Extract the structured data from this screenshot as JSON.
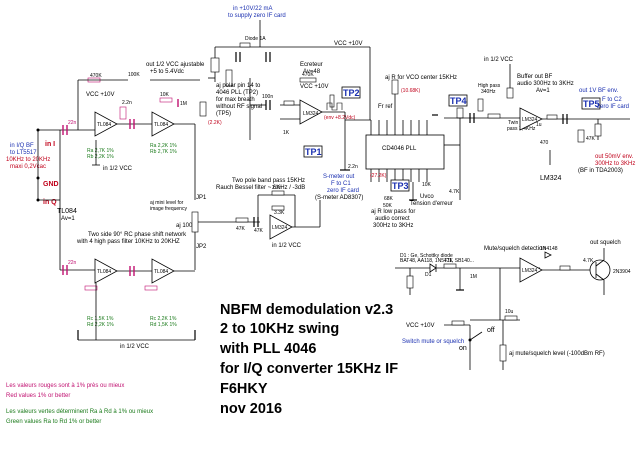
{
  "supply_note": [
    "in +10V/22 mA",
    "to supply zero IF card"
  ],
  "vcc_top": "VCC +10V",
  "vcc_left": "VCC +10V",
  "vcc_mid": "VCC +10V",
  "vcc_switch": "VCC +10V",
  "half_vcc_lower": "in 1/2 VCC",
  "half_vcc_mid": "in 1/2 VCC",
  "half_vcc_upper": "in 1/2 VCC",
  "half_vcc_right": "in 1/2 VCC",
  "half_vcc_adj": [
    "out 1/2 VCC ajustable",
    "+5 to 5.4Vdc"
  ],
  "pll_note": [
    "aj polar pin 14 to",
    "4046 PLL (TP2)",
    "for max breath",
    "without RF signal",
    "(TP5)"
  ],
  "ecreteur": [
    "Ecreteur",
    "Av=48"
  ],
  "vco_note": "aj R for VCO center 15KHz",
  "fr_ref": "Fr ref",
  "pll_chip": "CD4046 PLL",
  "input_note": [
    "in I/Q BF",
    "to LT5517",
    "10KHz to 20KHz",
    "maxi 0,2Vcac"
  ],
  "in_i": "in I",
  "gnd": "GND",
  "in_q": "in Q",
  "tl084": [
    "TL084",
    "Av=1"
  ],
  "jp1": "JP1",
  "jp2": "JP2",
  "aj_image": [
    "aj mini level for",
    "image frequency"
  ],
  "phase_note": [
    "Two side 90° RC phase shift network",
    "with 4 high pass filter 10KHz to 20KHZ"
  ],
  "bessel_note": [
    "Two pole band pass 15KHz",
    "Rauch Bessel filter ~ 6KHz / -3dB"
  ],
  "smeter_note": [
    "S-meter out",
    "F to C1",
    "zero IF card",
    "(S-meter AD8307)"
  ],
  "lowpass_note": [
    "aj R low pass for",
    "audio correct",
    "300Hz to 3KHz"
  ],
  "uvco": [
    "Uvco",
    "Tension d'erreur"
  ],
  "highpass": [
    "High pass",
    "340Hz"
  ],
  "twin_tee": [
    "Twin tee",
    "pass 3,4KHz"
  ],
  "buffer_note": [
    "Buffer out  BF",
    "audio 300Hz to 3KHz",
    "Av=1"
  ],
  "out_bf": [
    "out 1V BF env.",
    "F to C2",
    "zero IF card"
  ],
  "out_50mv": [
    "out 50mV env.",
    "300Hz to 3KHz",
    "(BF in TDA2003)"
  ],
  "lm324": "LM324",
  "mute_note": "Mute/squelch detection",
  "out_squelch": "out squelch",
  "switch_note": "Switch mute or squelch",
  "off": "off",
  "on": "on",
  "aj_mute": "aj mute/squelch level (-100dBm RF)",
  "schottky": [
    "D1 : Ge, Schottky diode",
    "BAT48, AA118, 1N5711, SB140..."
  ],
  "tp": {
    "tp1": "TP1",
    "tp2": "TP2",
    "tp3": "TP3",
    "tp4": "TP4",
    "tp5": "TP5"
  },
  "title_lines": [
    "NBFM demodulation v2.3",
    "2 to 10KHz swing",
    "with PLL 4046",
    "for I/Q converter 15KHz IF"
  ],
  "author": "F6HKY",
  "date": "nov 2016",
  "legend": {
    "red_fr": "Les valeurs rouges sont à 1% près ou mieux",
    "red_en": "Red values 1% or better",
    "green_fr": "Les valeurs vertes déterminent Ra à Rd à 1% ou mieux",
    "green_en": "Green values Ra to Rd 1% or better"
  },
  "component_labels": {
    "c_upper_i": "22n",
    "c_upper_q": "22n",
    "r_470k": "470K",
    "r_10k": "10K",
    "c_2n2": "2.2n",
    "r_1m": "1M",
    "r_100k": "100K",
    "aj_100": "aj 100",
    "r_47k": "47K",
    "c_1u": "1u",
    "green_ra": [
      "Ra 2,7K 1%",
      "Rb 2,2K 1%"
    ],
    "green_rc": [
      "Rc 1,5K 1%",
      "Rd 2,2K 1%"
    ],
    "diode_1n4148": "1N4148",
    "q_2n3904": "2N3904",
    "c_10u": "10u",
    "r_4k7": "4.7K"
  }
}
